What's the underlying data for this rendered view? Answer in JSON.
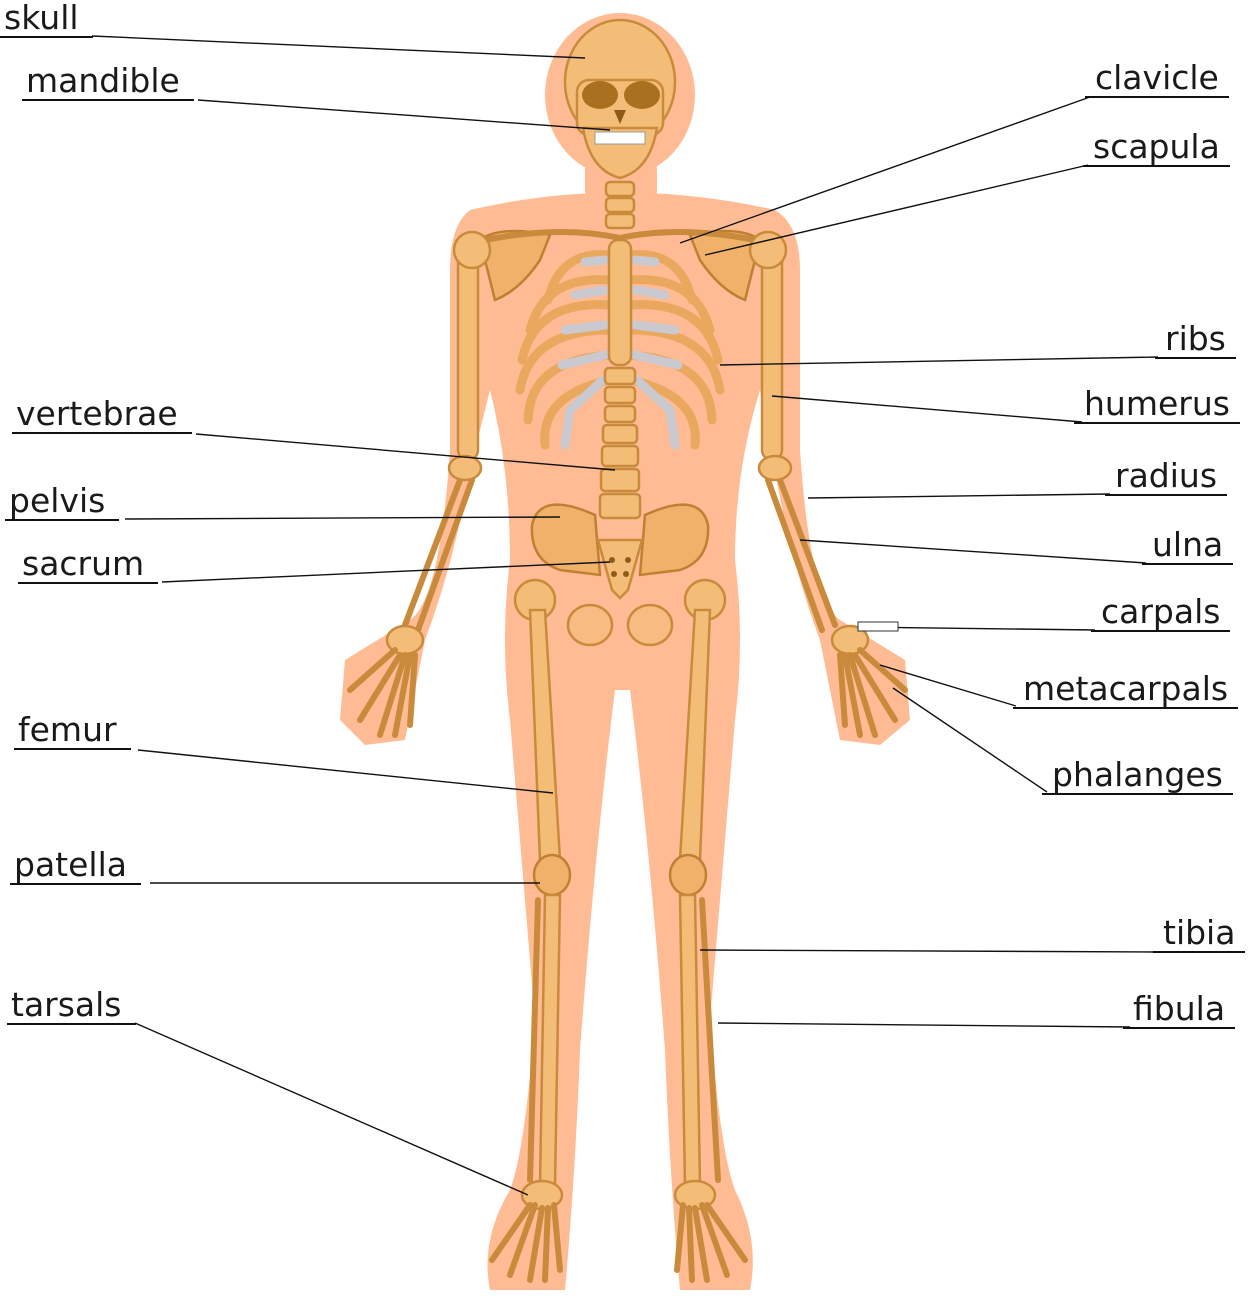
{
  "labels": {
    "skull": "skull",
    "mandible": "mandible",
    "clavicle": "clavicle",
    "scapula": "scapula",
    "ribs": "ribs",
    "humerus": "humerus",
    "vertebrae": "vertebrae",
    "radius": "radius",
    "pelvis": "pelvis",
    "ulna": "ulna",
    "sacrum": "sacrum",
    "carpals": "carpals",
    "metacarpals": "metacarpals",
    "phalanges": "phalanges",
    "femur": "femur",
    "patella": "patella",
    "tibia": "tibia",
    "fibula": "fibula",
    "tarsals": "tarsals"
  },
  "colors": {
    "body_silhouette": "#ffbb93",
    "bone": "#f3bd78",
    "bone_outline": "#c98a3c",
    "cartilage": "#c9c9cf",
    "leader_line": "#111111"
  }
}
